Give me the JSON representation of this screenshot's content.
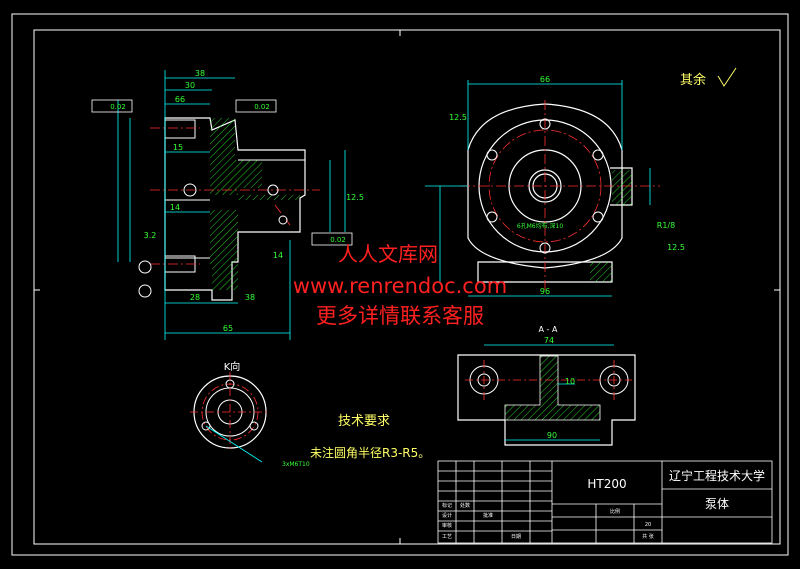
{
  "drawing": {
    "roughness_note": "其余",
    "tech_title": "技术要求",
    "tech_note": "未注圆角半径R3-R5。",
    "view_k_label": "K向",
    "view_a_label": "A - A",
    "watermark_1": "人人文库网",
    "watermark_2": "www.renrendoc.com",
    "watermark_3": "更多详情联系客服"
  },
  "dims": {
    "left_top_38": "38",
    "left_top_30": "30",
    "left_66": "66",
    "left_15": "15",
    "left_14": "14",
    "left_14b": "14",
    "left_28": "28",
    "left_38b": "38",
    "left_65": "65",
    "left_12_5": "12.5",
    "left_3_2": "3.2",
    "right_66": "66",
    "right_96": "96",
    "right_12_5": "12.5",
    "right_12_5b": "12.5",
    "right_r": "R1/8",
    "section_74": "74",
    "section_10": "10",
    "section_90": "90",
    "circle_note": "6孔M6均布,深10",
    "k_dim": "3xM6T10"
  },
  "frames": {
    "tolerance_1": "0.02",
    "tolerance_2": "0.02",
    "tolerance_3": "0.02"
  },
  "title_block": {
    "material": "HT200",
    "university": "辽宁工程技术大学",
    "part_name": "泵体",
    "scale_label": "比例",
    "scale_value": "20",
    "row_label_1": "标记",
    "row_label_2": "处数",
    "row_label_3": "设计",
    "row_label_4": "审核",
    "row_label_5": "工艺",
    "row_label_6": "批准",
    "row_label_7": "日期",
    "row_label_8": "共 张"
  }
}
